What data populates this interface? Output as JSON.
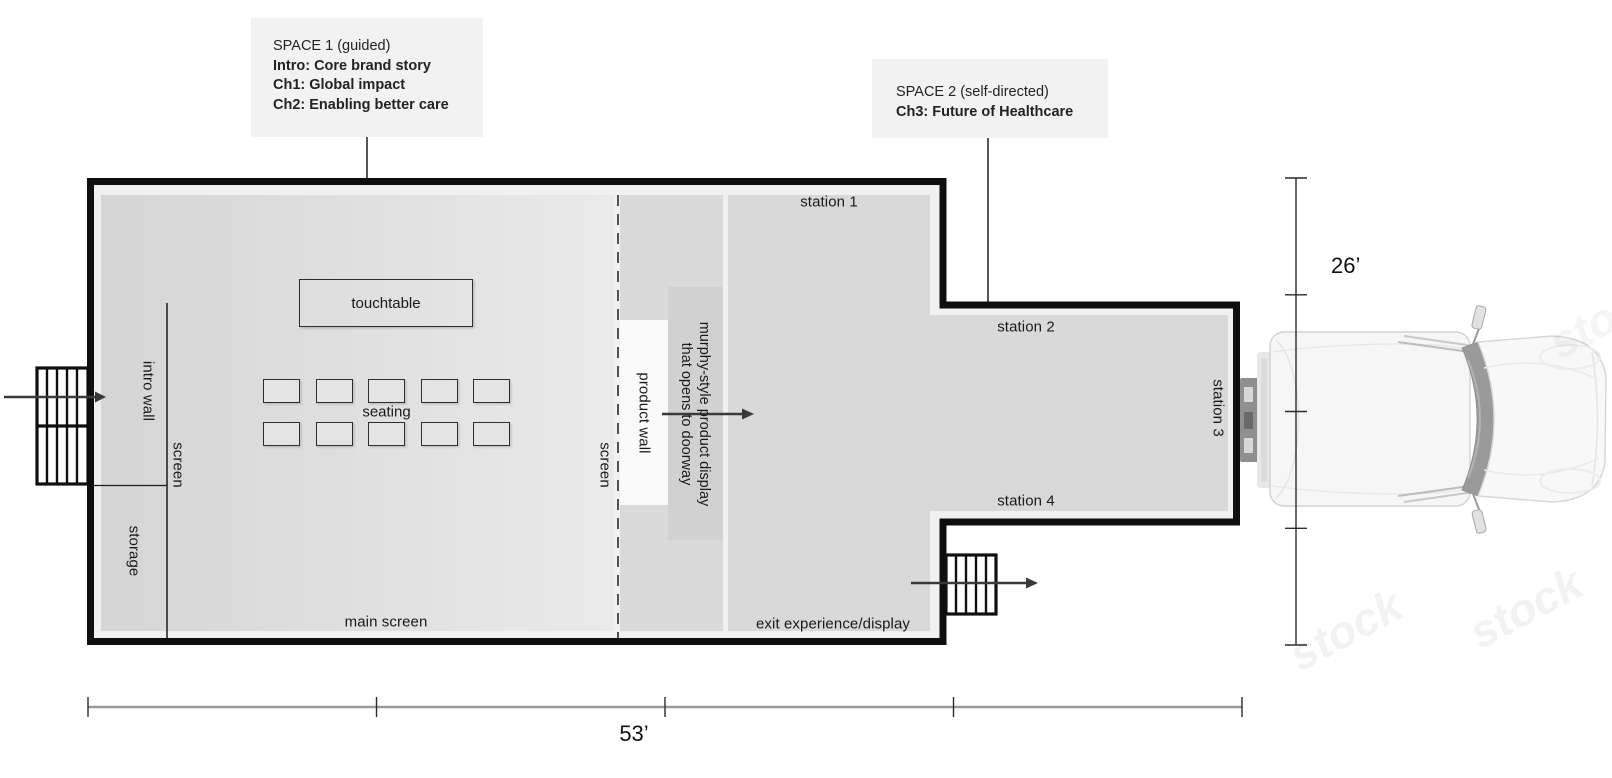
{
  "space1_box": {
    "title": "SPACE 1 (guided)",
    "line1": "Intro: Core brand story",
    "line2": "Ch1: Global impact",
    "line3": "Ch2: Enabling better care"
  },
  "space2_box": {
    "title": "SPACE 2 (self-directed)",
    "line1": "Ch3: Future of Healthcare"
  },
  "zones": {
    "intro_wall": "intro wall",
    "screen_left": "screen",
    "storage": "storage",
    "touchtable": "touchtable",
    "seating": "seating",
    "main_screen": "main screen",
    "screen_center": "screen",
    "product_wall": "product wall",
    "murphy_line1": "murphy-style product display",
    "murphy_line2": "that opens to doorway",
    "station1": "station 1",
    "station2": "station 2",
    "station3": "station 3",
    "station4": "station 4",
    "exit": "exit experience/display"
  },
  "dimensions": {
    "width_label": "53’",
    "height_label": "26’"
  },
  "watermark": "stock",
  "colors": {
    "wall": "#0f0f0f",
    "interior": "#f1f1f1",
    "panel": "#d9d9d9",
    "panel_dark": "#d1d1d1",
    "notch": "#fafafa",
    "label_box_bg": "#f2f2f2",
    "arrow": "#3a3a3a"
  }
}
